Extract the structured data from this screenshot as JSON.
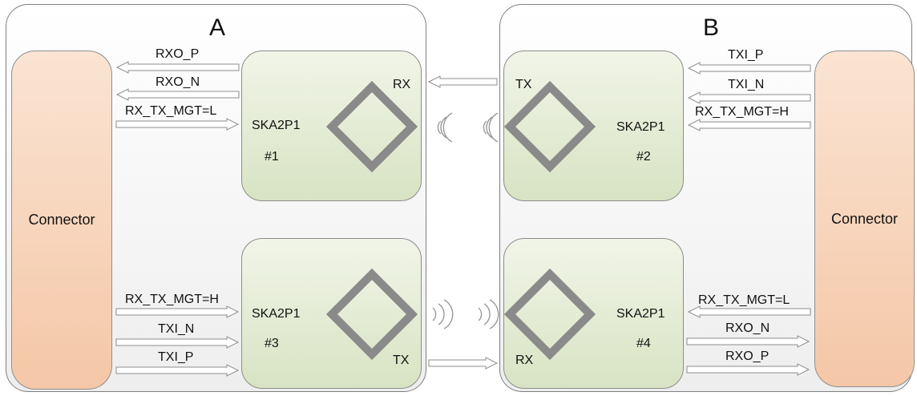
{
  "panels": {
    "a_title": "A",
    "b_title": "B"
  },
  "connectors": {
    "left": "Connector",
    "right": "Connector"
  },
  "chips": {
    "c1": {
      "name": "SKA2P1",
      "num": "#1",
      "port": "RX"
    },
    "c2": {
      "name": "SKA2P1",
      "num": "#2",
      "port": "TX"
    },
    "c3": {
      "name": "SKA2P1",
      "num": "#3",
      "port": "TX"
    },
    "c4": {
      "name": "SKA2P1",
      "num": "#4",
      "port": "RX"
    }
  },
  "signals": {
    "a_top": [
      "RXO_P",
      "RXO_N",
      "RX_TX_MGT=L"
    ],
    "a_bottom": [
      "RX_TX_MGT=H",
      "TXI_N",
      "TXI_P"
    ],
    "b_top": [
      "TXI_P",
      "TXI_N",
      "RX_TX_MGT=H"
    ],
    "b_bottom": [
      "RX_TX_MGT=L",
      "RXO_N",
      "RXO_P"
    ]
  },
  "colors": {
    "panel_border": "#7f7f7f",
    "connector_fill": "#f4c7a7",
    "chip_fill": "#d8e3c3",
    "diamond_stroke": "#8a8a8a"
  }
}
